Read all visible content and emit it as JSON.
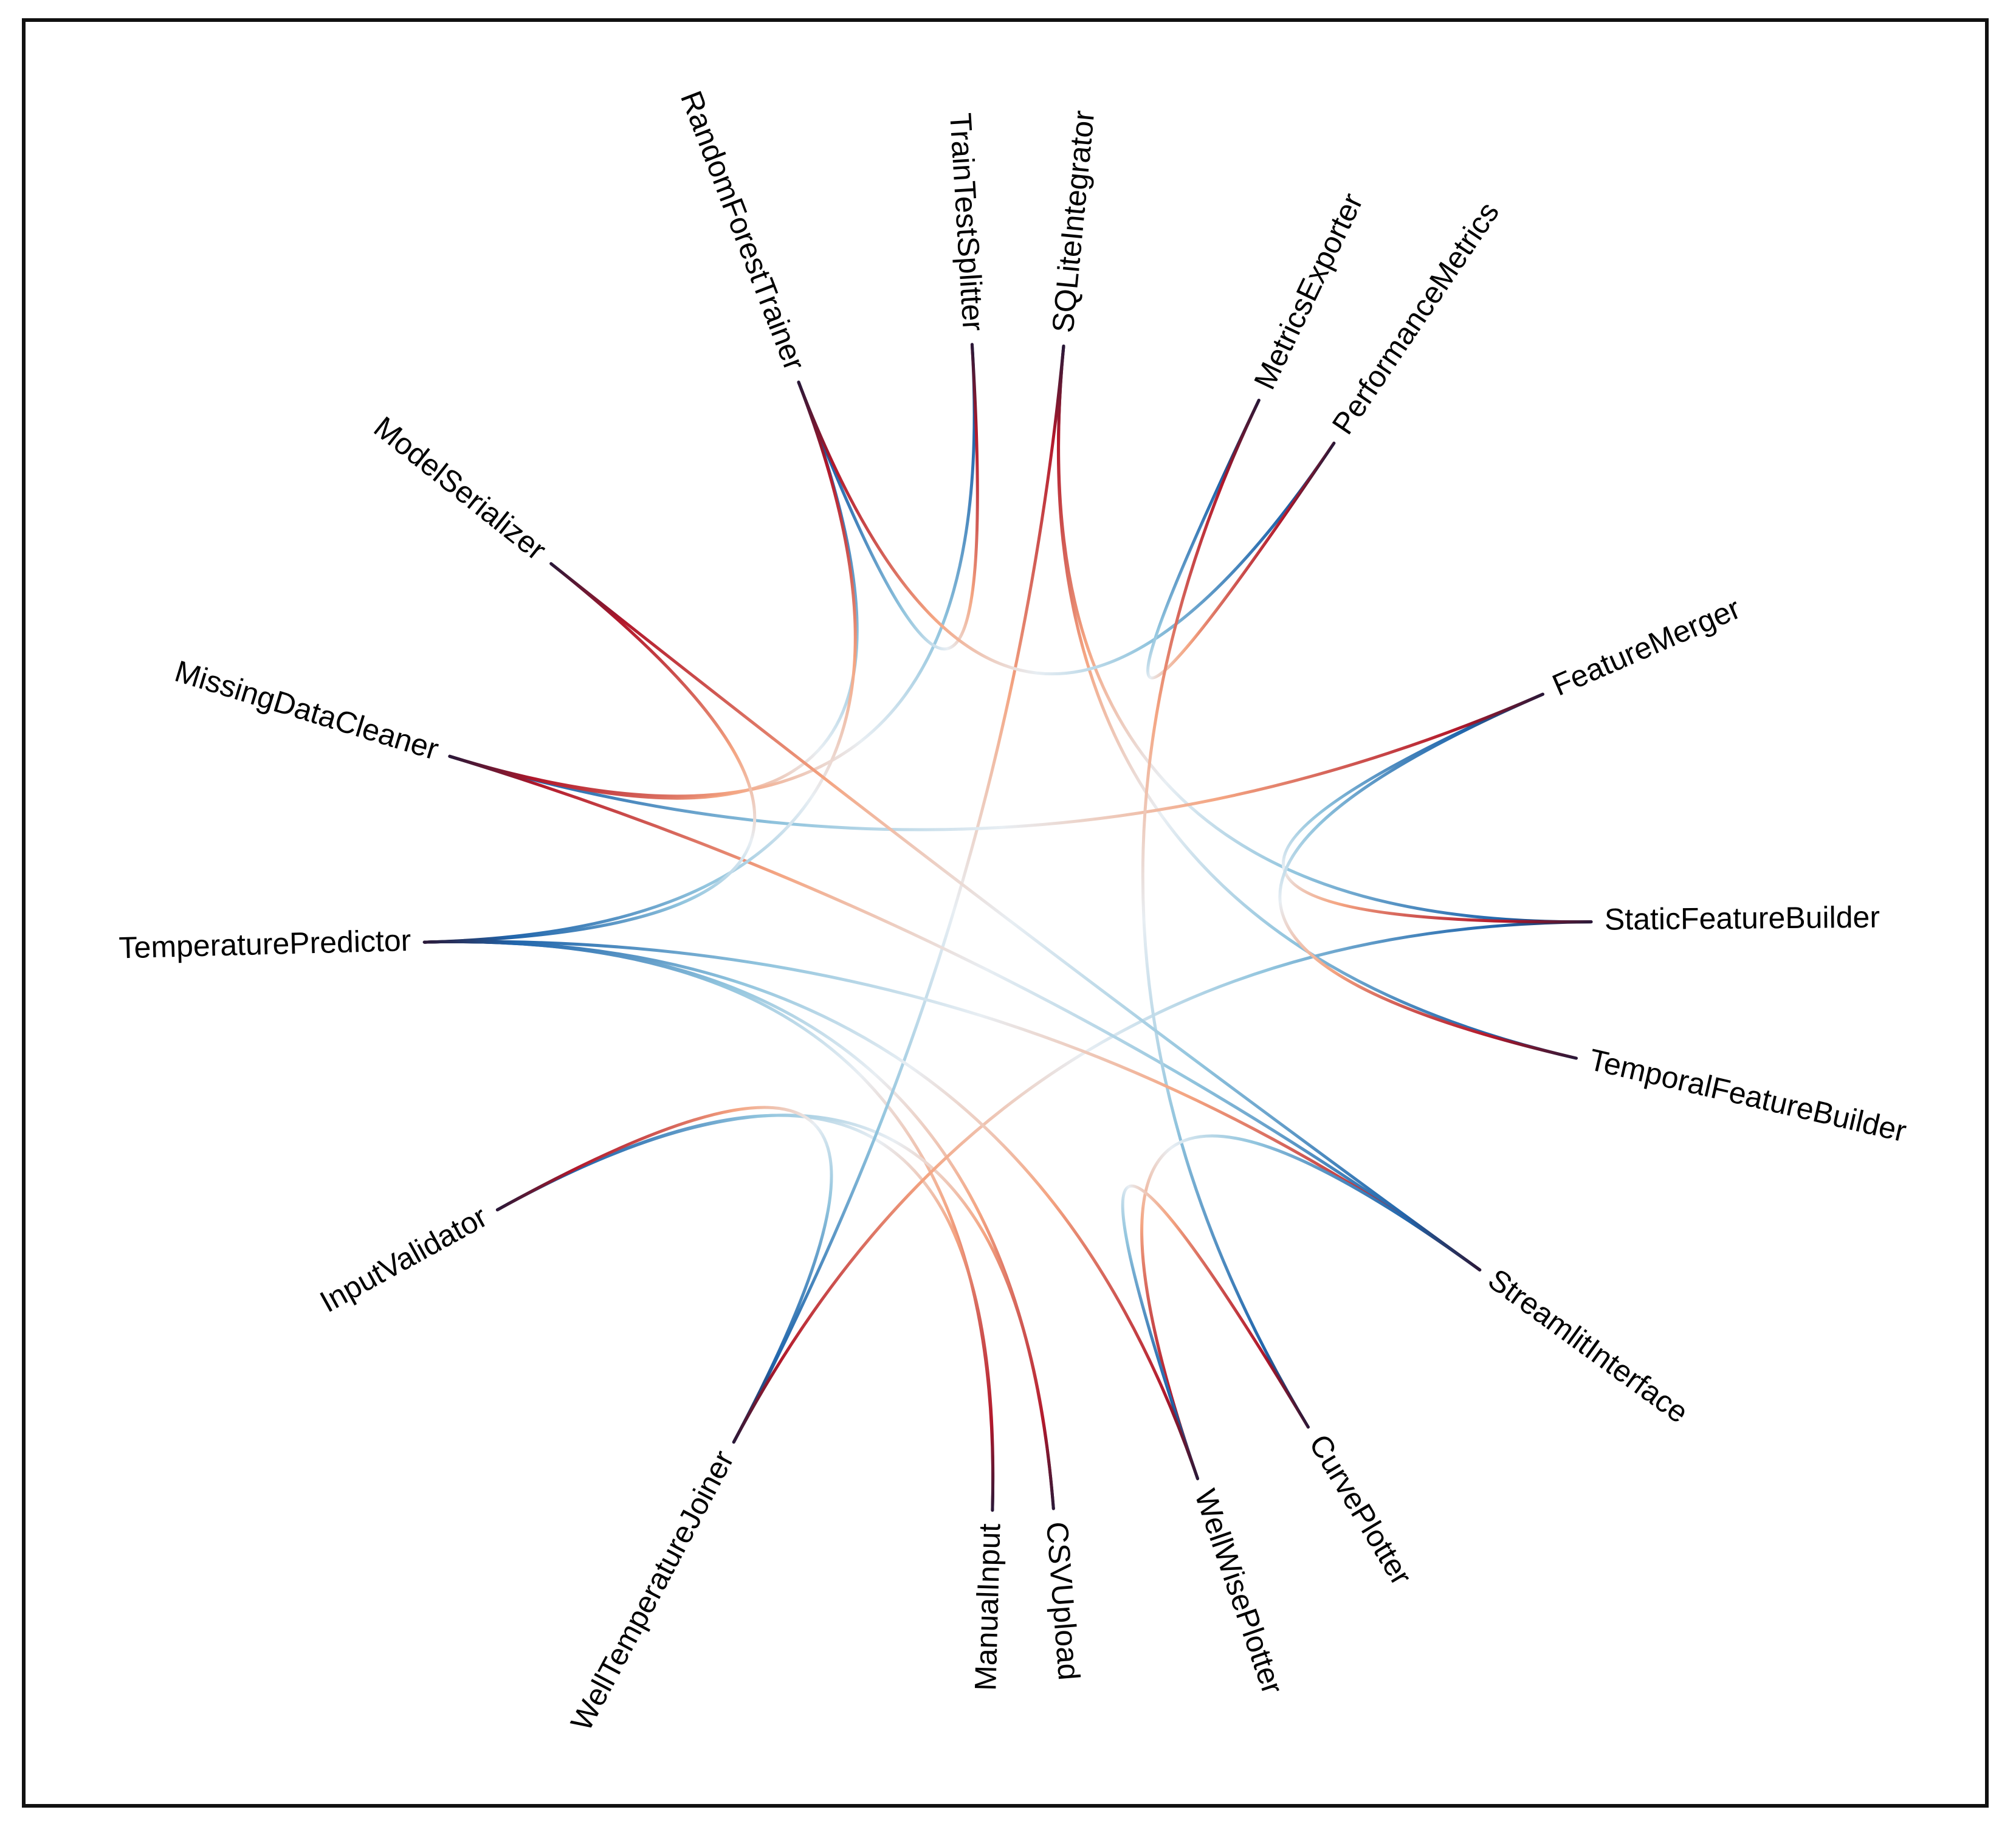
{
  "diagram": {
    "type": "hierarchical-edge-bundling",
    "nodes": [
      {
        "id": "n0",
        "label": "SQLiteIntegrator"
      },
      {
        "id": "n1",
        "label": "MetricsExporter"
      },
      {
        "id": "n2",
        "label": "PerformanceMetrics"
      },
      {
        "id": "n3",
        "label": "FeatureMerger"
      },
      {
        "id": "n4",
        "label": "StaticFeatureBuilder"
      },
      {
        "id": "n5",
        "label": "TemporalFeatureBuilder"
      },
      {
        "id": "n6",
        "label": "StreamlitInterface"
      },
      {
        "id": "n7",
        "label": "CurvePlotter"
      },
      {
        "id": "n8",
        "label": "WellWisePlotter"
      },
      {
        "id": "n9",
        "label": "CSVUpload"
      },
      {
        "id": "n10",
        "label": "ManualInput"
      },
      {
        "id": "n11",
        "label": "WellTemperatureJoiner"
      },
      {
        "id": "n12",
        "label": "InputValidator"
      },
      {
        "id": "n13",
        "label": "TemperaturePredictor"
      },
      {
        "id": "n14",
        "label": "MissingDataCleaner"
      },
      {
        "id": "n15",
        "label": "ModelSerializer"
      },
      {
        "id": "n16",
        "label": "RandomForestTrainer"
      },
      {
        "id": "n17",
        "label": "TrainTestSplitter"
      }
    ],
    "edges": [
      {
        "source": "n10",
        "target": "n13"
      },
      {
        "source": "n9",
        "target": "n13"
      },
      {
        "source": "n10",
        "target": "n12"
      },
      {
        "source": "n9",
        "target": "n12"
      },
      {
        "source": "n12",
        "target": "n11"
      },
      {
        "source": "n0",
        "target": "n11"
      },
      {
        "source": "n0",
        "target": "n4"
      },
      {
        "source": "n0",
        "target": "n5"
      },
      {
        "source": "n11",
        "target": "n4"
      },
      {
        "source": "n4",
        "target": "n3"
      },
      {
        "source": "n5",
        "target": "n3"
      },
      {
        "source": "n3",
        "target": "n14"
      },
      {
        "source": "n14",
        "target": "n6"
      },
      {
        "source": "n14",
        "target": "n16"
      },
      {
        "source": "n14",
        "target": "n17"
      },
      {
        "source": "n17",
        "target": "n16"
      },
      {
        "source": "n16",
        "target": "n2"
      },
      {
        "source": "n16",
        "target": "n13"
      },
      {
        "source": "n2",
        "target": "n1"
      },
      {
        "source": "n1",
        "target": "n7"
      },
      {
        "source": "n15",
        "target": "n13"
      },
      {
        "source": "n15",
        "target": "n6"
      },
      {
        "source": "n6",
        "target": "n13"
      },
      {
        "source": "n8",
        "target": "n6"
      },
      {
        "source": "n7",
        "target": "n8"
      },
      {
        "source": "n8",
        "target": "n13"
      }
    ],
    "colors": {
      "dark": "#2a1838",
      "red": "#b2182b",
      "salmon": "#f4a582",
      "pale": "#e8eef3",
      "lightblue": "#92c5de",
      "blue": "#2166ac"
    }
  }
}
